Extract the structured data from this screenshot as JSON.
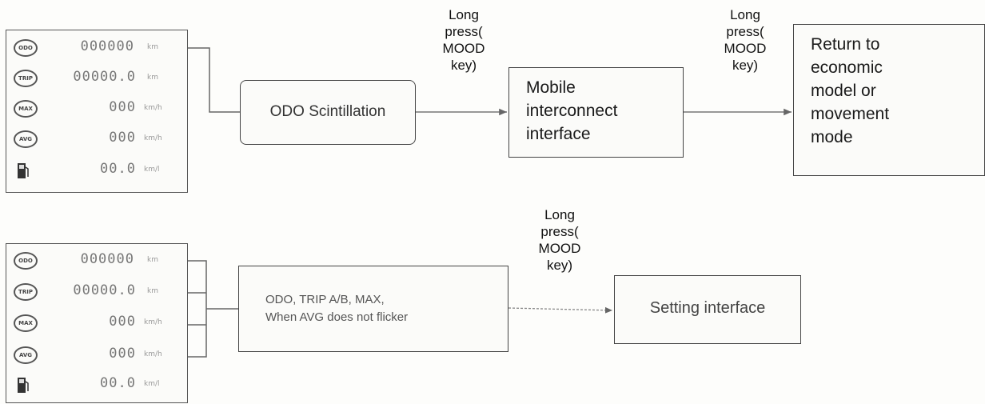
{
  "panel_top": {
    "rows": [
      {
        "icon": "ODO",
        "value": "000000",
        "unit": "km"
      },
      {
        "icon": "TRIP",
        "value": "00000.0",
        "unit": "km"
      },
      {
        "icon": "MAX",
        "value": "000",
        "unit": "km/h"
      },
      {
        "icon": "AVG",
        "value": "000",
        "unit": "km/h"
      },
      {
        "icon": "fuel",
        "value": "00.0",
        "unit": "km/l"
      }
    ]
  },
  "panel_bottom": {
    "rows": [
      {
        "icon": "ODO",
        "value": "000000",
        "unit": "km"
      },
      {
        "icon": "TRIP",
        "value": "00000.0",
        "unit": "km"
      },
      {
        "icon": "MAX",
        "value": "000",
        "unit": "km/h"
      },
      {
        "icon": "AVG",
        "value": "000",
        "unit": "km/h"
      },
      {
        "icon": "fuel",
        "value": "00.0",
        "unit": "km/l"
      }
    ]
  },
  "nodes": {
    "odo_scintillation": "ODO Scintillation",
    "mobile_interconnect": "Mobile\ninterconnect\ninterface",
    "return_mode": "Return to\neconomic\nmodel or\nmovement\nmode",
    "no_flicker": "ODO, TRIP A/B, MAX,\nWhen AVG does not flicker",
    "setting_interface": "Setting interface"
  },
  "edges": {
    "top_first": "Long\npress(\nMOOD\nkey)",
    "top_second": "Long\npress(\nMOOD\nkey)",
    "bottom": "Long\npress(\nMOOD\nkey)"
  }
}
